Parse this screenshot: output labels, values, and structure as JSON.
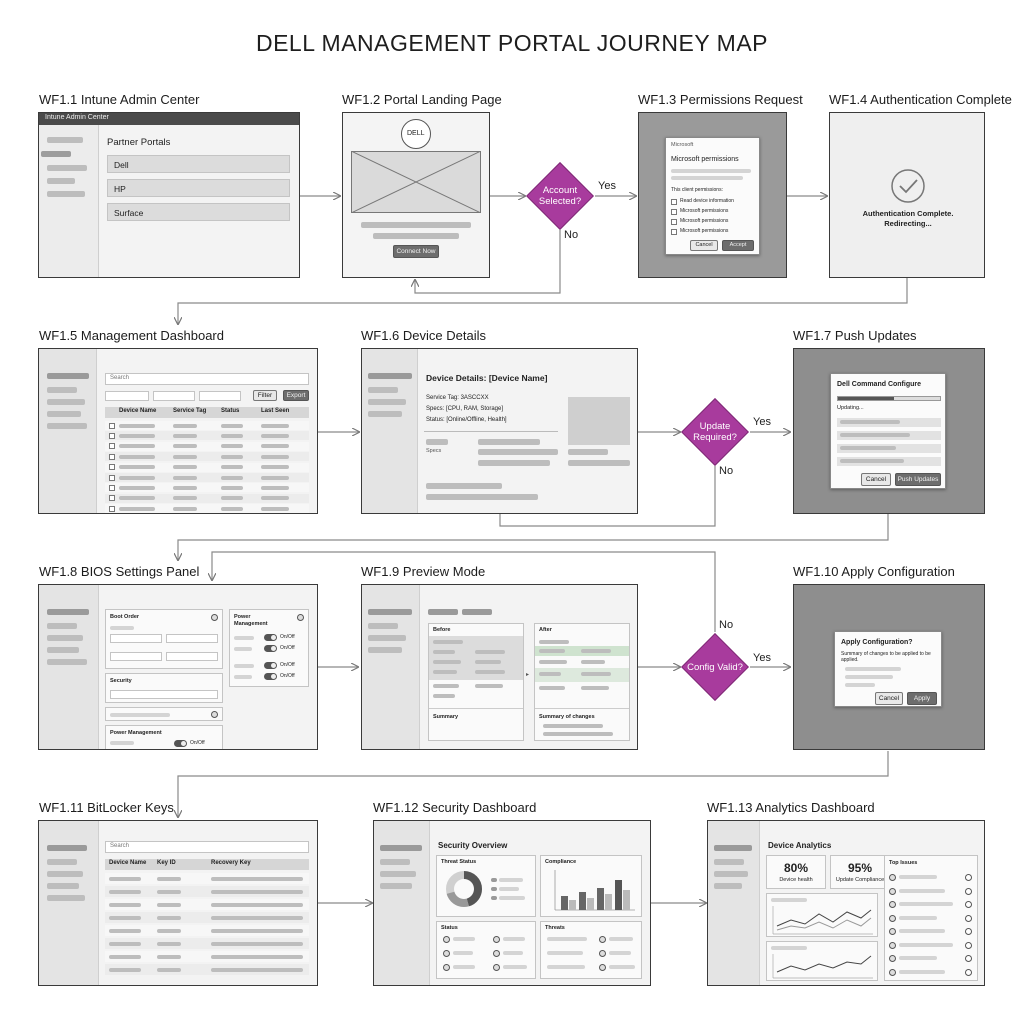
{
  "title": "DELL MANAGEMENT PORTAL JOURNEY MAP",
  "accent_color": "#a83b9d",
  "wireframes": {
    "wf11": {
      "label": "WF1.1 Intune Admin Center",
      "window_title": "Intune Admin Center",
      "heading": "Partner Portals",
      "items": [
        "Dell",
        "HP",
        "Surface"
      ]
    },
    "wf12": {
      "label": "WF1.2 Portal Landing Page",
      "logo": "DELL",
      "button": "Connect Now"
    },
    "wf13": {
      "label": "WF1.3 Permissions Request",
      "brand": "Microsoft",
      "heading": "Microsoft permissions",
      "subheading": "This client permissions:",
      "options": [
        "Read device information",
        "Microsoft permissions",
        "Microsoft permissions",
        "Microsoft permissions"
      ],
      "cancel": "Cancel",
      "accept": "Accept"
    },
    "wf14": {
      "label": "WF1.4 Authentication Complete",
      "line1": "Authentication Complete.",
      "line2": "Redirecting..."
    },
    "wf15": {
      "label": "WF1.5 Management Dashboard",
      "search_placeholder": "Search",
      "filter": "Filter",
      "export": "Export",
      "columns": [
        "Device Name",
        "Service Tag",
        "Status",
        "Last Seen"
      ]
    },
    "wf16": {
      "label": "WF1.6 Device Details",
      "heading": "Device Details: [Device Name]",
      "service_tag": "Service Tag: 3ASCCXX",
      "specs": "Specs: [CPU, RAM, Storage]",
      "status": "Status: [Online/Offline, Health]",
      "specs_label": "Specs"
    },
    "wf17": {
      "label": "WF1.7 Push Updates",
      "heading": "Dell Command Configure",
      "progress_text": "Updating...",
      "progress": 0.55,
      "cancel": "Cancel",
      "push": "Push Updates"
    },
    "wf18": {
      "label": "WF1.8 BIOS Settings Panel",
      "boot_order": "Boot Order",
      "power_management": "Power Management",
      "security": "Security",
      "power_management_2": "Power Management",
      "toggles": [
        "On/Off",
        "On/Off",
        "On/Off",
        "On/Off",
        "On/Off"
      ]
    },
    "wf19": {
      "label": "WF1.9 Preview Mode",
      "before": "Before",
      "after": "After",
      "summary": "Summary",
      "summary_changes": "Summary of changes"
    },
    "wf110": {
      "label": "WF1.10 Apply Configuration",
      "heading": "Apply Configuration?",
      "body": "Summary of changes to be applied to be applied.",
      "cancel": "Cancel",
      "apply": "Apply"
    },
    "wf111": {
      "label": "WF1.11 BitLocker Keys",
      "search_placeholder": "Search",
      "columns": [
        "Device Name",
        "Key ID",
        "Recovery Key"
      ]
    },
    "wf112": {
      "label": "WF1.12 Security Dashboard",
      "heading": "Security Overview",
      "threat": "Threat Status",
      "compliance": "Compliance",
      "status": "Status",
      "threats": "Threats"
    },
    "wf113": {
      "label": "WF1.13 Analytics Dashboard",
      "heading": "Device Analytics",
      "kpi1_value": "80%",
      "kpi1_label": "Device health",
      "kpi2_value": "95%",
      "kpi2_label": "Update Compliance",
      "top_issues": "Top Issues"
    }
  },
  "decisions": {
    "account": {
      "text": "Account Selected?",
      "yes": "Yes",
      "no": "No"
    },
    "update": {
      "text": "Update Required?",
      "yes": "Yes",
      "no": "No"
    },
    "config": {
      "text": "Config Valid?",
      "yes": "Yes",
      "no": "No"
    }
  }
}
